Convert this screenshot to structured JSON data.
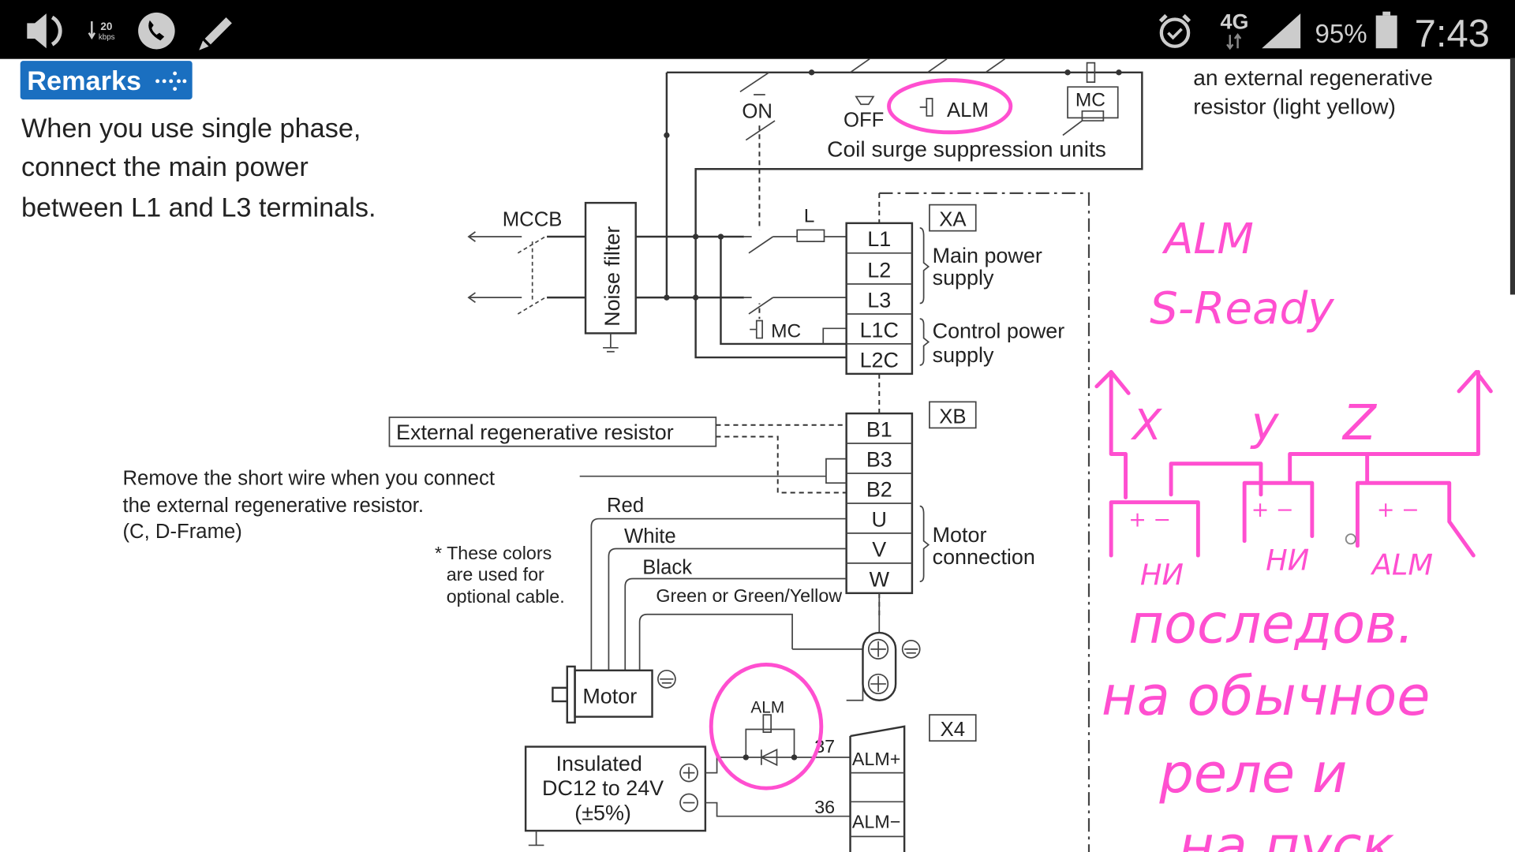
{
  "status_bar": {
    "data_rate_value": "20",
    "data_rate_unit": "kbps",
    "network": "4G",
    "battery": "95%",
    "battery_level": 0.95,
    "time": "7:43",
    "icons": [
      "volume-icon",
      "data-rate-icon",
      "phone-call-icon",
      "pencil-icon",
      "alarm-icon",
      "network-4g-icon",
      "signal-icon",
      "battery-icon"
    ]
  },
  "remarks": {
    "badge": "Remarks",
    "lines": [
      "When you use single phase,",
      "connect the main power",
      "between L1 and L3 terminals."
    ]
  },
  "top_note": [
    "an external regenerative",
    "resistor (light yellow)"
  ],
  "diagram": {
    "on": "ON",
    "off": "OFF",
    "alm": "ALM",
    "mc": "MC",
    "coil_surge": "Coil surge suppression units",
    "mccb": "MCCB",
    "noise_filter": "Noise filter",
    "l": "L",
    "mc2": "MC",
    "xa": "XA",
    "xb": "XB",
    "x4": "X4",
    "xa_terminals": [
      "L1",
      "L2",
      "L3",
      "L1C",
      "L2C"
    ],
    "xb_terminals": [
      "B1",
      "B3",
      "B2",
      "U",
      "V",
      "W"
    ],
    "main_power": [
      "Main power",
      "supply"
    ],
    "control_power": [
      "Control power",
      "supply"
    ],
    "motor_connection": [
      "Motor",
      "connection"
    ],
    "ext_regen": "External regenerative resistor",
    "remove_short": [
      "Remove the short wire when you connect",
      "the external regenerative resistor.",
      "(C, D-Frame)"
    ],
    "red": "Red",
    "white": "White",
    "black": "Black",
    "green": "Green or Green/Yellow",
    "colors_note": [
      "* These colors",
      "are used for",
      "optional cable."
    ],
    "motor": "Motor",
    "insulated": [
      "Insulated",
      "DC12 to 24V",
      "(±5%)"
    ],
    "alm_small": "ALM",
    "pin37": "37",
    "pin36": "36",
    "alm_plus": "ALM+",
    "alm_minus": "ALM−"
  },
  "handwriting": {
    "line1": "ALM",
    "line2": "S-Ready",
    "x": "X",
    "y": "y",
    "z": "Z",
    "relay_labels": [
      "НИ",
      "НИ",
      "ALM"
    ],
    "relay_signs": "+ −",
    "line3": "последов.",
    "line4": "на обычное",
    "line5": "реле и",
    "line6": "на пуск"
  },
  "colors": {
    "annotation": "#ff4fd0",
    "badge": "#1a6fc0",
    "status_bar": "#000000"
  }
}
